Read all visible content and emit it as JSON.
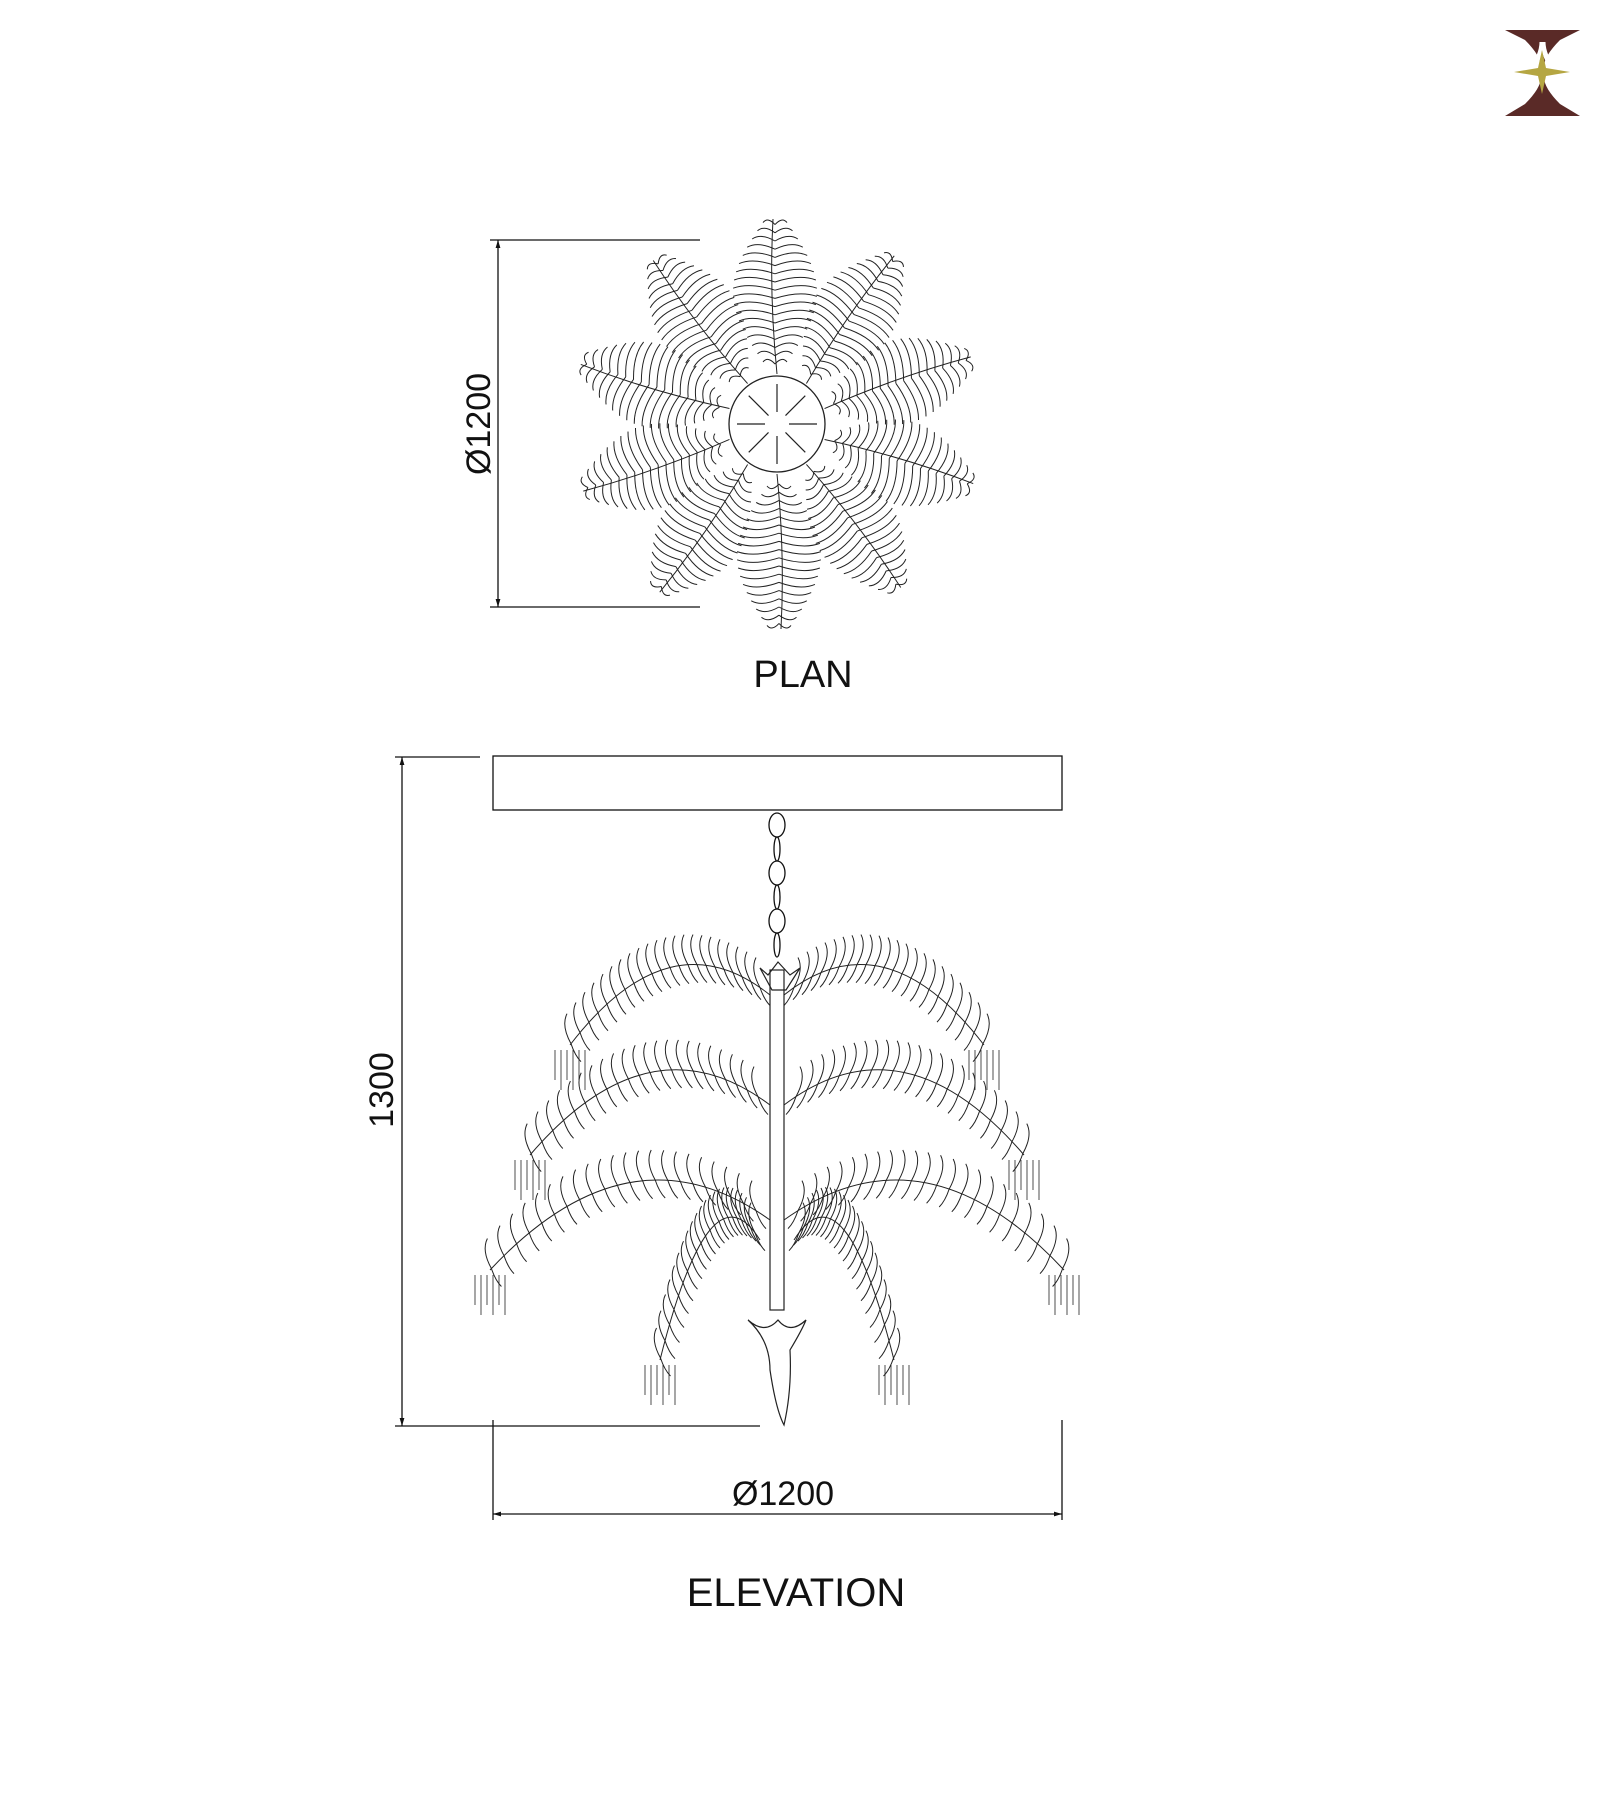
{
  "brand": {
    "logo": "hourglass-star-logo",
    "colors": {
      "primary": "#5a2a27",
      "accent": "#b5a642"
    }
  },
  "plan": {
    "title": "PLAN",
    "diameter_label": "Ø1200"
  },
  "elevation": {
    "title": "ELEVATION",
    "height_label": "1300",
    "diameter_label": "Ø1200"
  }
}
